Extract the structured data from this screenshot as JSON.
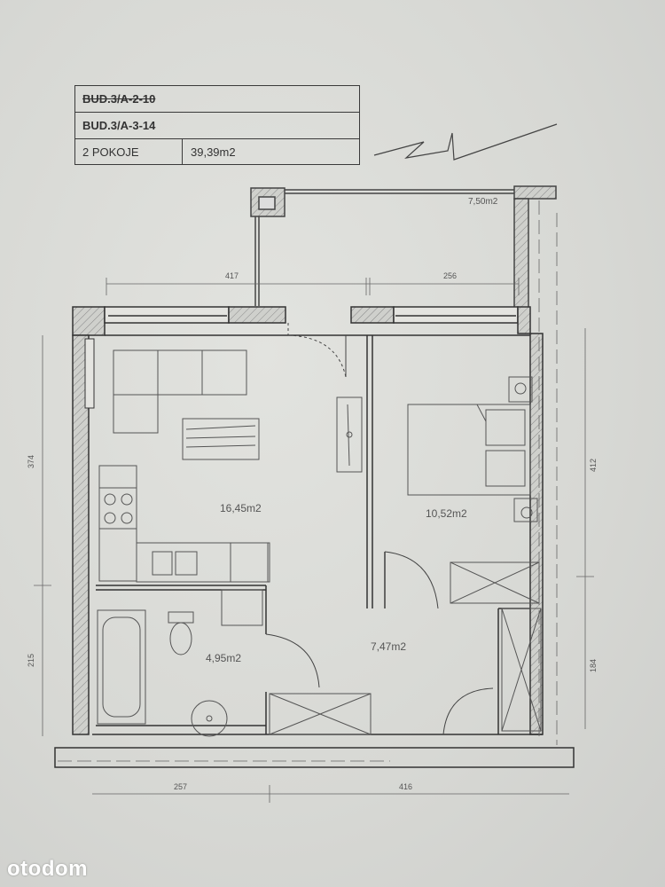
{
  "info": {
    "old_code": "BUD.3/A-2-10",
    "code": "BUD.3/A-3-14",
    "rooms": "2 POKOJE",
    "total_area": "39,39m2"
  },
  "rooms": {
    "balcony": "7,50m2",
    "living": "16,45m2",
    "bedroom": "10,52m2",
    "bathroom": "4,95m2",
    "hall": "7,47m2"
  },
  "dimensions": {
    "top_left": "417",
    "top_right": "256",
    "bottom_left": "257",
    "bottom_right": "416",
    "left_upper": "374",
    "left_lower": "215",
    "right_upper": "412",
    "right_lower": "184"
  },
  "brand": "otodom"
}
